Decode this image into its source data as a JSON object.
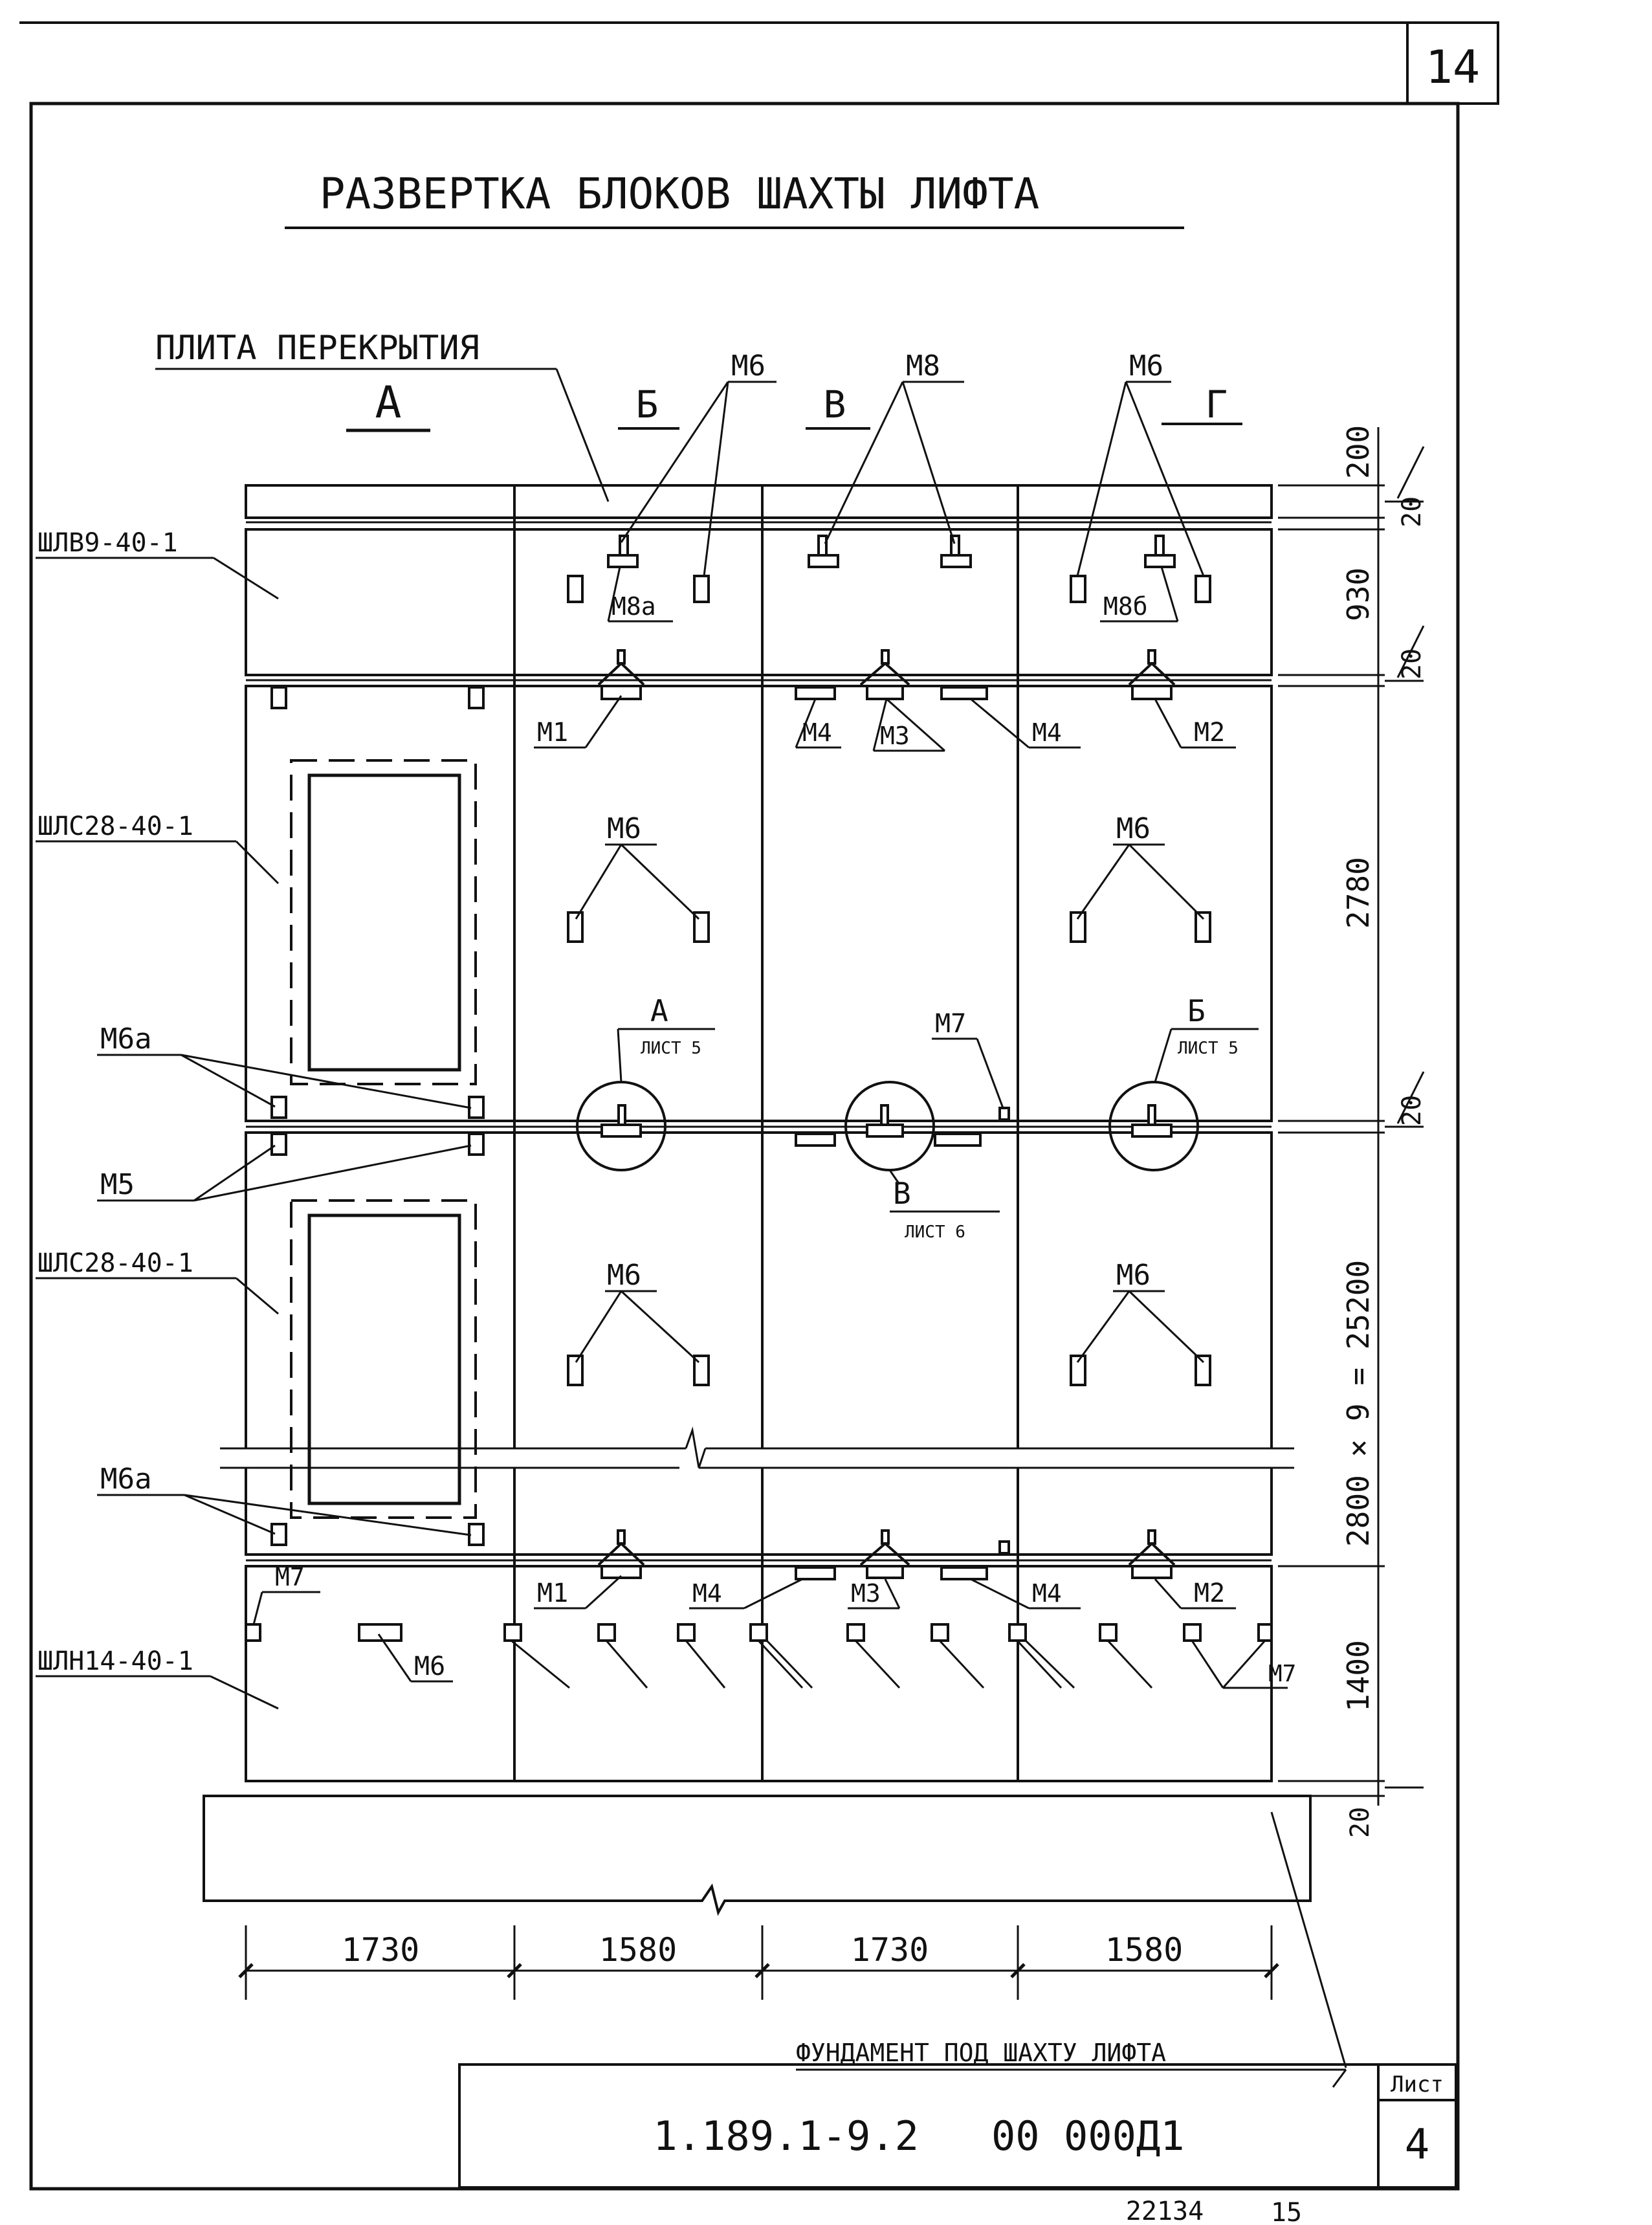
{
  "sheet_corner_number": "14",
  "title": "РАЗВЕРТКА БЛОКОВ ШАХТЫ ЛИФТА",
  "slab_label": "ПЛИТА ПЕРЕКРЫТИЯ",
  "facade_letters": [
    "А",
    "Б",
    "В",
    "Г"
  ],
  "block_labels": [
    "ШЛВ9-40-1",
    "ШЛС28-40-1",
    "ШЛС28-40-1",
    "ШЛН14-40-1"
  ],
  "left_callouts": [
    "М6а",
    "М5",
    "М6а"
  ],
  "detail_refs": [
    {
      "letter": "А",
      "sheet": "ЛИСТ 5"
    },
    {
      "letter": "Б",
      "sheet": "ЛИСТ 5"
    },
    {
      "letter": "В",
      "sheet": "ЛИСТ 6"
    }
  ],
  "labels": {
    "m1": "М1",
    "m2": "М2",
    "m3": "М3",
    "m4": "М4",
    "m5": "М5",
    "m6": "М6",
    "m7": "М7",
    "m8": "М8",
    "m8a": "М8а",
    "m8b": "М8б"
  },
  "bottom_dimensions": [
    "1730",
    "1580",
    "1730",
    "1580"
  ],
  "right_dimensions": [
    "200",
    "20",
    "930",
    "20",
    "2780",
    "20",
    "2800 × 9 = 25200",
    "1400",
    "20"
  ],
  "foundation_label": "ФУНДАМЕНТ ПОД ШАХТУ ЛИФТА",
  "stamp": {
    "code": "1.189.1-9.2   00 000Д1",
    "sheet_header": "Лист",
    "sheet_number": "4"
  },
  "footer_numbers": [
    "22134",
    "15"
  ]
}
